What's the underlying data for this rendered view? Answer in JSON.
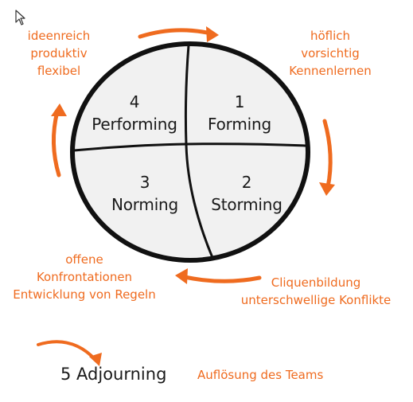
{
  "colors": {
    "accent": "#ef6b1f",
    "ink": "#1a1a1a",
    "circle_fill": "#f1f1f1"
  },
  "stages": [
    {
      "number": "1",
      "name": "Forming"
    },
    {
      "number": "2",
      "name": "Storming"
    },
    {
      "number": "3",
      "name": "Norming"
    },
    {
      "number": "4",
      "name": "Performing"
    }
  ],
  "notes": {
    "forming": [
      "höflich",
      "vorsichtig",
      "Kennenlernen"
    ],
    "storming": [
      "Cliquenbildung",
      "unterschwellige Konflikte"
    ],
    "norming": [
      "offene",
      "Konfrontationen",
      "Entwicklung von Regeln"
    ],
    "performing": [
      "ideenreich",
      "produktiv",
      "flexibel"
    ]
  },
  "adjourning": {
    "title": "5 Adjourning",
    "note": "Auflösung des Teams"
  },
  "icons": [
    "cursor-icon",
    "arrow-icon"
  ]
}
